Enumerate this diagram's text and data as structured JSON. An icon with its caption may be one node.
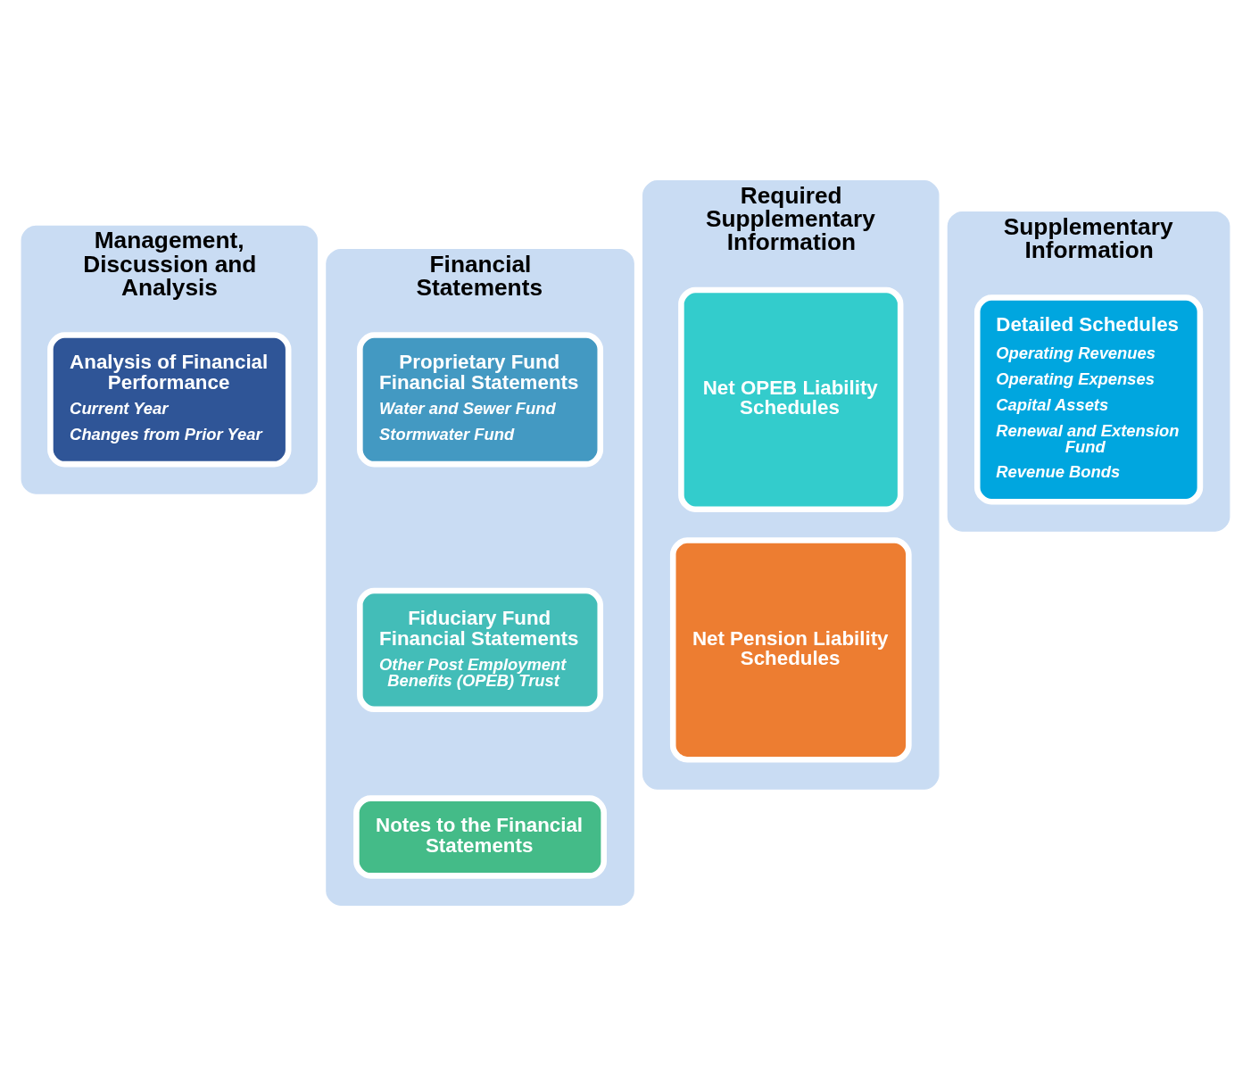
{
  "diagram": {
    "nodes": [
      {
        "text": [
          "Management, Discussion and Analysis"
        ]
      },
      {
        "text": [
          "Analysis of Financial Performance",
          "Current Year",
          "Changes from Prior Year"
        ],
        "in": 0
      },
      {
        "text": [
          "Financial Statements"
        ]
      },
      {
        "text": [
          "Proprietary Fund Financial Statements",
          "Water and Sewer Fund",
          "Stormwater Fund"
        ],
        "in": 2
      },
      {
        "text": [
          "Fiduciary Fund Financial Statements",
          "Other Post Employment Benefits (OPEB) Trust"
        ],
        "in": 2
      },
      {
        "text": [
          "Notes to the Financial Statements"
        ],
        "in": 2
      },
      {
        "text": [
          "Required Supplementary Information"
        ]
      },
      {
        "text": [
          "Net OPEB Liability Schedules"
        ],
        "in": 6
      },
      {
        "text": [
          "Net Pension Liability Schedules"
        ],
        "in": 6
      },
      {
        "text": [
          "Supplementary Information"
        ]
      },
      {
        "text": [
          "Detailed Schedules",
          "Operating Revenues",
          "Operating Expenses",
          "Capital Assets",
          "Renewal and Extension Fund",
          "Revenue Bonds"
        ],
        "in": 9
      }
    ],
    "edges": []
  }
}
